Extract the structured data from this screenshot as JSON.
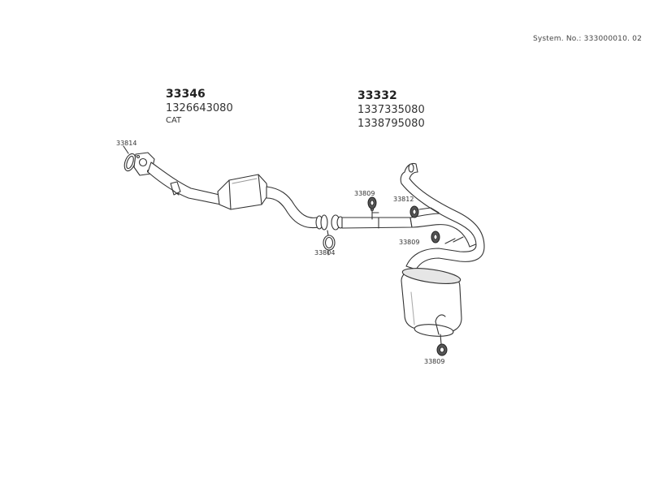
{
  "system_no": "System. No.: 333000010. 02",
  "parts": [
    {
      "number": "33346",
      "codes": [
        "1326643080"
      ],
      "note": "CAT"
    },
    {
      "number": "33332",
      "codes": [
        "1337335080",
        "1338795080"
      ]
    }
  ],
  "callouts": {
    "gasket_front": "33814",
    "gasket_mid": "33804",
    "mount_a": "33809",
    "mount_b": "33812",
    "mount_c": "33809",
    "mount_d": "33809"
  }
}
